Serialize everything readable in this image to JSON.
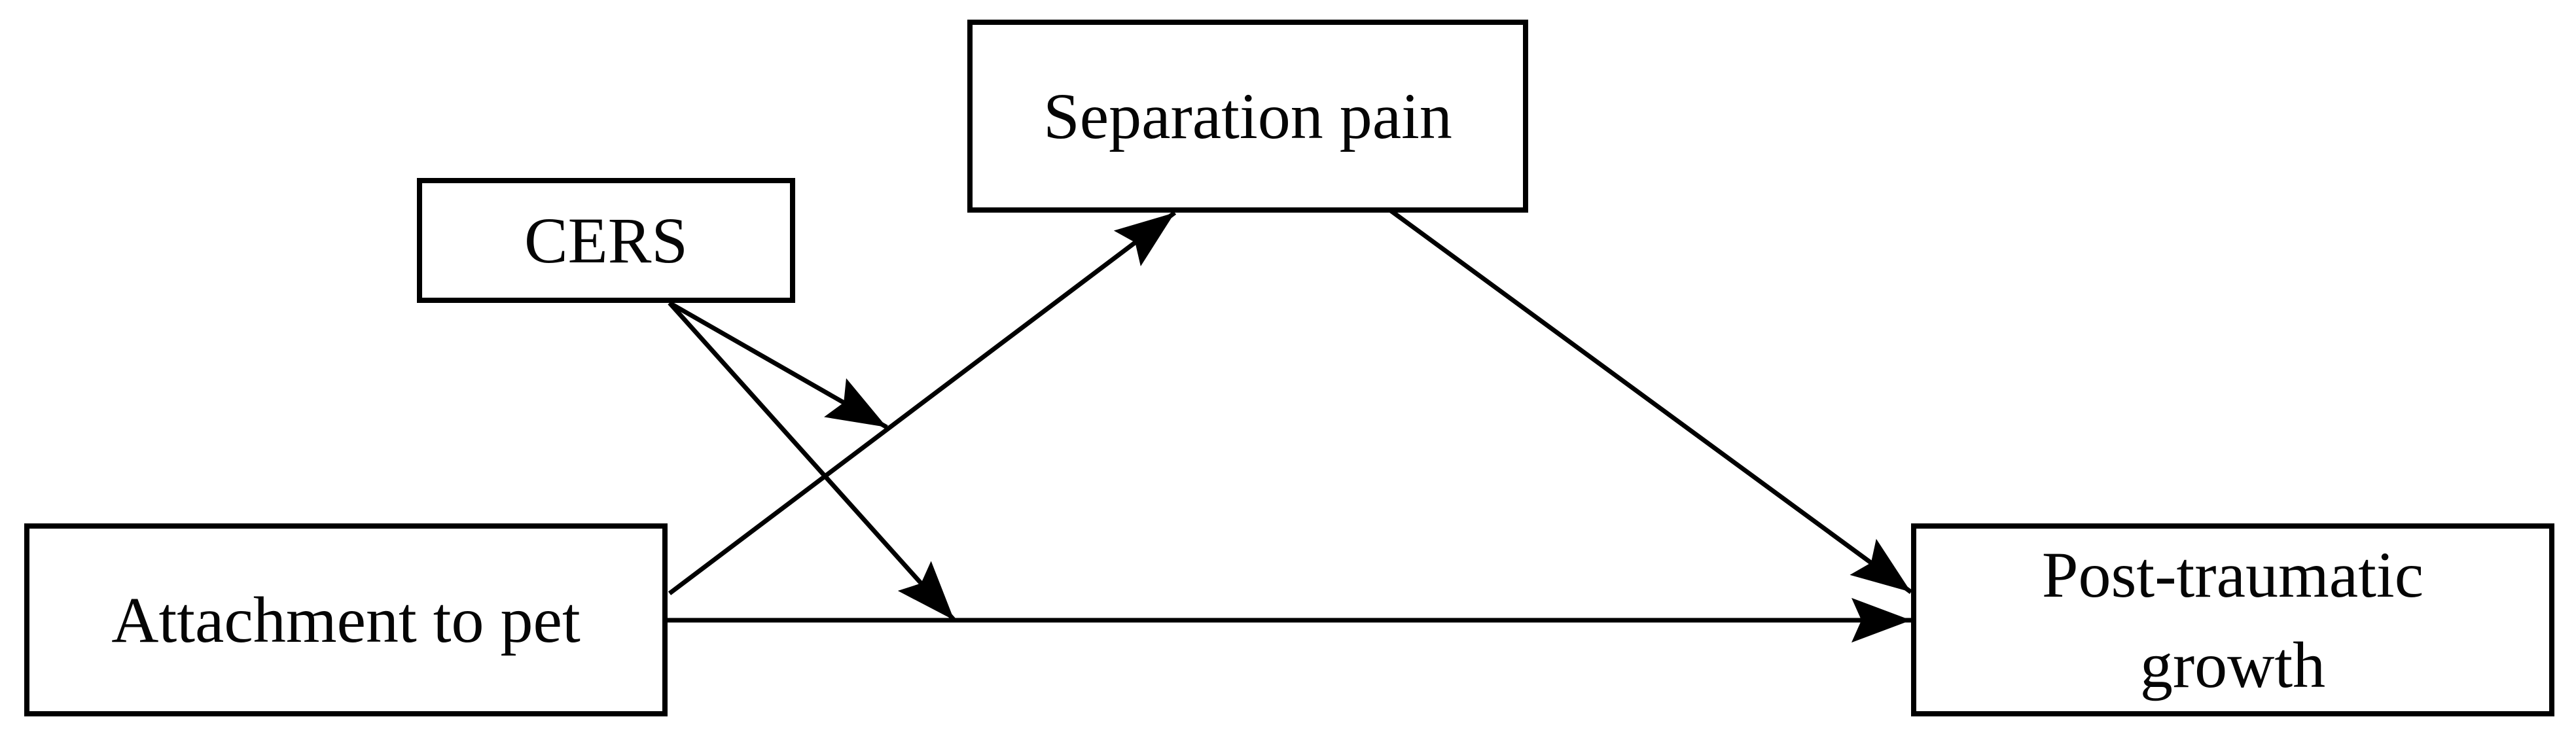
{
  "diagram": {
    "background_color": "#ffffff",
    "line_color": "#000000",
    "nodes": {
      "separation_pain": {
        "label": "Separation pain"
      },
      "cers": {
        "label": "CERS"
      },
      "attachment": {
        "label": "Attachment to pet"
      },
      "ptg": {
        "label": "Post-traumatic growth"
      }
    },
    "edges": [
      {
        "from": "Attachment to pet",
        "to": "Separation pain",
        "style": "arrow"
      },
      {
        "from": "Separation pain",
        "to": "Post-traumatic growth",
        "style": "arrow"
      },
      {
        "from": "Attachment to pet",
        "to": "Post-traumatic growth",
        "style": "arrow"
      },
      {
        "from": "CERS",
        "to": "path Attachment to pet → Separation pain",
        "style": "arrow"
      },
      {
        "from": "CERS",
        "to": "path Attachment to pet → Post-traumatic growth",
        "style": "arrow"
      }
    ]
  }
}
